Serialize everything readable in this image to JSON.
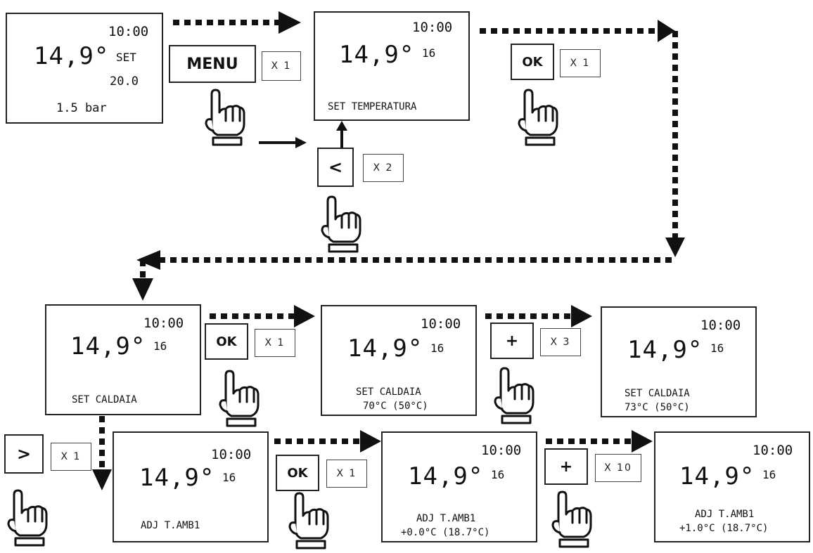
{
  "screens": [
    {
      "clock": "10:00",
      "temp": "14,9°",
      "set_label": "SET",
      "set_value": "20.0",
      "pressure": "1.5 bar"
    },
    {
      "clock": "10:00",
      "temp": "14,9°",
      "value": "16",
      "mode": "SET TEMPERATURA"
    },
    {
      "clock": "10:00",
      "temp": "14,9°",
      "value": "16",
      "mode": "SET CALDAIA"
    },
    {
      "clock": "10:00",
      "temp": "14,9°",
      "value": "16",
      "mode": "SET CALDAIA",
      "detail": "70°C (50°C)"
    },
    {
      "clock": "10:00",
      "temp": "14,9°",
      "value": "16",
      "mode": "SET CALDAIA",
      "detail": "73°C (50°C)"
    },
    {
      "clock": "10:00",
      "temp": "14,9°",
      "value": "16",
      "mode": "ADJ T.AMB1"
    },
    {
      "clock": "10:00",
      "temp": "14,9°",
      "value": "16",
      "mode": "ADJ T.AMB1",
      "detail": "+0.0°C (18.7°C)"
    },
    {
      "clock": "10:00",
      "temp": "14,9°",
      "value": "16",
      "mode": "ADJ T.AMB1",
      "detail": "+1.0°C (18.7°C)"
    }
  ],
  "buttons": [
    {
      "label": "MENU",
      "count": "X 1"
    },
    {
      "label": "<",
      "count": "X 2"
    },
    {
      "label": "OK",
      "count": "X 1"
    },
    {
      "label": "OK",
      "count": "X 1"
    },
    {
      "label": "+",
      "count": "X 3"
    },
    {
      "label": ">",
      "count": "X 1"
    },
    {
      "label": "OK",
      "count": "X 1"
    },
    {
      "label": "+",
      "count": "X 10"
    }
  ]
}
